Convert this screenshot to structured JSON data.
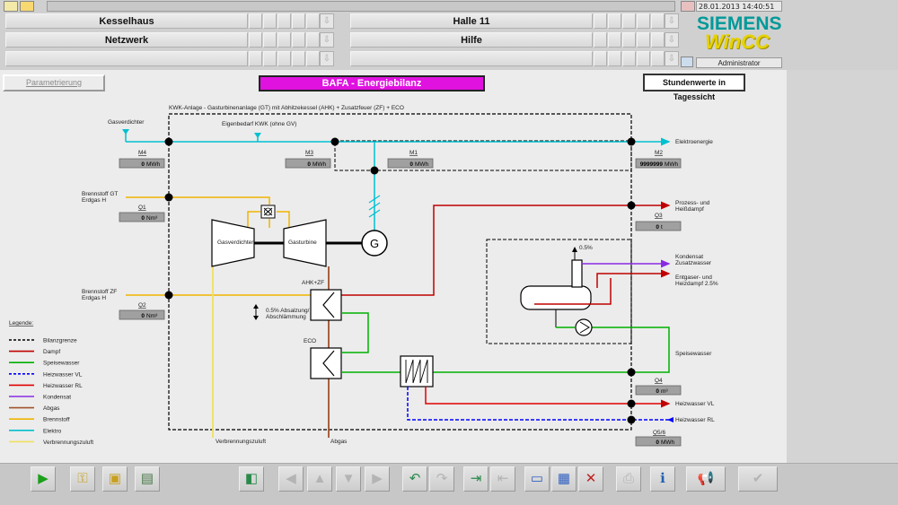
{
  "topbar": {
    "datetime": "28.01.2013 14:40:51",
    "nav": {
      "kesselhaus": "Kesselhaus",
      "halle11": "Halle 11",
      "netzwerk": "Netzwerk",
      "hilfe": "Hilfe"
    },
    "brand_siemens": "SIEMENS",
    "brand_wincc": "WinCC",
    "user": "Administrator"
  },
  "panel": {
    "param_button": "Parametrierung",
    "title": "BAFA - Energiebilanz",
    "stunden_button": "Stundenwerte in Tagessicht"
  },
  "diagram": {
    "header": "KWK-Anlage - Gasturbinenanlage (GT) mit Abhitzekessel (AHK) + Zusatzfeuer (ZF) + ECO",
    "labels": {
      "gasverdichter_in": "Gasverdichter",
      "eigenbedarf": "Eigenbedarf KWK (ohne GV)",
      "elektroenergie": "Elektroenergie",
      "brennstoff_gt_1": "Brennstoff GT",
      "brennstoff_gt_2": "Erdgas H",
      "brennstoff_zf_1": "Brennstoff ZF",
      "brennstoff_zf_2": "Erdgas H",
      "gasverdichter_box": "Gasverdichter",
      "gasturbine_box": "Gasturbine",
      "generator": "G",
      "ahk_zf": "AHK+ZF",
      "eco": "ECO",
      "absalzung_1": "0.5% Absalzung/",
      "absalzung_2": "Abschlämmung",
      "prozess_1": "Prozess- und",
      "prozess_2": "Heißdampf",
      "pct_05": "0.5%",
      "kondensat_1": "Kondensat",
      "kondensat_2": "Zusatzwasser",
      "entgaser_1": "Entgaser- und",
      "entgaser_2": "Heizdampf 2.5%",
      "speisewasser": "Speisewasser",
      "heizwasser_vl": "Heizwasser VL",
      "heizwasser_rl": "Heizwasser RL",
      "verbrennungszuluft": "Verbrennungszuluft",
      "abgas": "Abgas"
    },
    "meters": {
      "m4": {
        "name": "M4",
        "value": "0",
        "unit": "MWh"
      },
      "m3": {
        "name": "M3",
        "value": "0",
        "unit": "MWh"
      },
      "m1": {
        "name": "M1",
        "value": "0",
        "unit": "MWh"
      },
      "m2": {
        "name": "M2",
        "value": "9999999",
        "unit": "MWh"
      },
      "q1": {
        "name": "Q1",
        "value": "0",
        "unit": "Nm³"
      },
      "q2": {
        "name": "Q2",
        "value": "0",
        "unit": "Nm³"
      },
      "q3": {
        "name": "Q3",
        "value": "0",
        "unit": "t"
      },
      "q4": {
        "name": "Q4",
        "value": "0",
        "unit": "m³"
      },
      "q56": {
        "name": "Q5/6",
        "value": "0",
        "unit": "MWh"
      }
    },
    "legend": {
      "title": "Legende:",
      "items": [
        {
          "label": "Bilanzgrenze",
          "color": "#000000",
          "dashed": true
        },
        {
          "label": "Dampf",
          "color": "#c00000",
          "dashed": false
        },
        {
          "label": "Speisewasser",
          "color": "#00b000",
          "dashed": false
        },
        {
          "label": "Heizwasser VL",
          "color": "#0000ff",
          "dashed": true
        },
        {
          "label": "Heizwasser RL",
          "color": "#e00000",
          "dashed": false
        },
        {
          "label": "Kondensat",
          "color": "#8a2be2",
          "dashed": false
        },
        {
          "label": "Abgas",
          "color": "#a0522d",
          "dashed": false
        },
        {
          "label": "Brennstoff",
          "color": "#f0b400",
          "dashed": false
        },
        {
          "label": "Elektro",
          "color": "#00c0d0",
          "dashed": false
        },
        {
          "label": "Verbrennungszuluft",
          "color": "#f0e060",
          "dashed": false
        }
      ]
    }
  },
  "toolbar": {
    "buttons": [
      {
        "name": "start-button",
        "icon": "play-icon",
        "enabled": true
      },
      {
        "name": "keys-button",
        "icon": "keys-icon",
        "enabled": true
      },
      {
        "name": "window-button",
        "icon": "window-icon",
        "enabled": true
      },
      {
        "name": "report-button",
        "icon": "report-icon",
        "enabled": true
      },
      {
        "name": "picture-button",
        "icon": "picture-icon",
        "enabled": true
      },
      {
        "name": "nav-left-button",
        "icon": "arrow-left-icon",
        "enabled": false
      },
      {
        "name": "nav-up-button",
        "icon": "arrow-up-icon",
        "enabled": false
      },
      {
        "name": "nav-down-button",
        "icon": "arrow-down-icon",
        "enabled": false
      },
      {
        "name": "nav-right-button",
        "icon": "arrow-right-icon",
        "enabled": false
      },
      {
        "name": "undo-button",
        "icon": "undo-icon",
        "enabled": true
      },
      {
        "name": "redo-button",
        "icon": "redo-icon",
        "enabled": false
      },
      {
        "name": "import-button",
        "icon": "import-icon",
        "enabled": true
      },
      {
        "name": "export-button",
        "icon": "export-icon",
        "enabled": false
      },
      {
        "name": "open-button",
        "icon": "folder-icon",
        "enabled": true
      },
      {
        "name": "save-button",
        "icon": "save-icon",
        "enabled": true
      },
      {
        "name": "delete-button",
        "icon": "delete-icon",
        "enabled": true
      },
      {
        "name": "print-button",
        "icon": "print-icon",
        "enabled": false
      },
      {
        "name": "info-button",
        "icon": "info-icon",
        "enabled": true
      },
      {
        "name": "acknowledge-button",
        "icon": "horn-icon",
        "enabled": true
      },
      {
        "name": "check-button",
        "icon": "check-icon",
        "enabled": false
      }
    ]
  }
}
